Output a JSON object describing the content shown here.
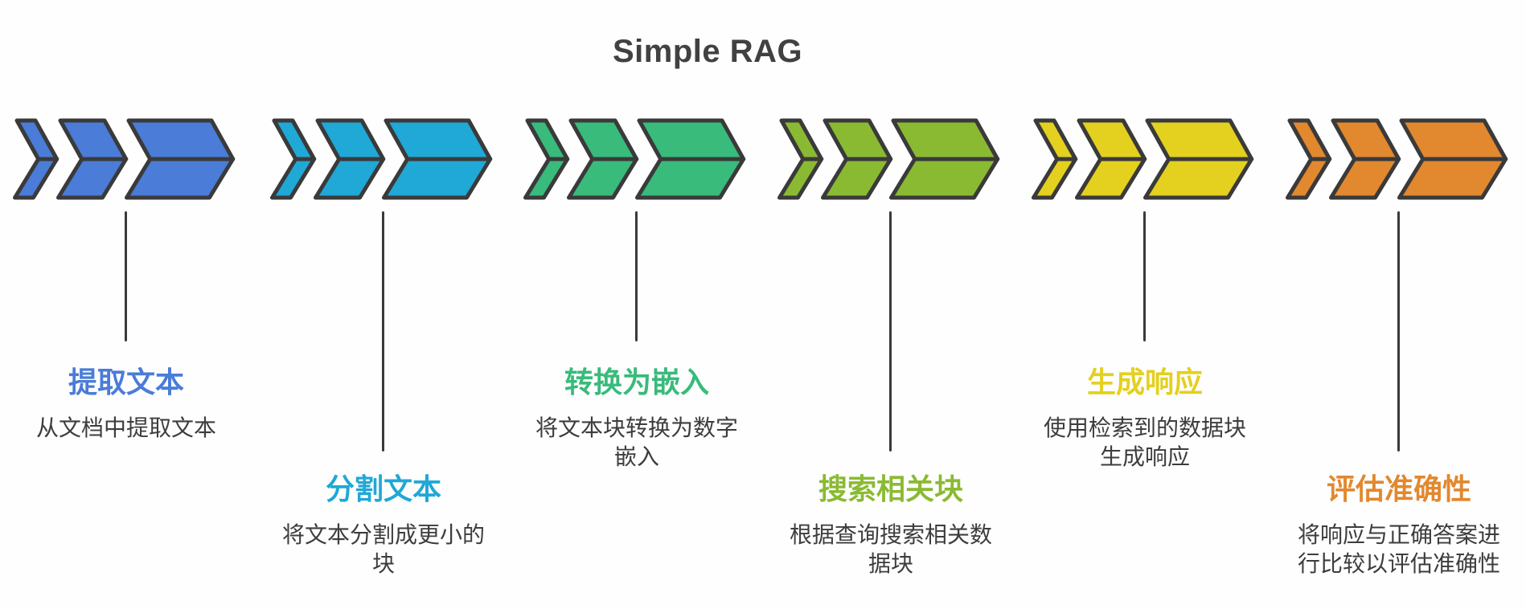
{
  "title": "Simple RAG",
  "colors": {
    "background": "#fefefe",
    "outline": "#3a3a3a",
    "connector": "#3a3a3a",
    "title_text": "#414141",
    "body_text": "#3d3d3d"
  },
  "steps": [
    {
      "title": "提取文本",
      "desc": "从文档中提取文本",
      "color": "#4a7cd8",
      "label_position": "high"
    },
    {
      "title": "分割文本",
      "desc": "将文本分割成更小的\n块",
      "color": "#20a8d6",
      "label_position": "low"
    },
    {
      "title": "转换为嵌入",
      "desc": "将文本块转换为数字\n嵌入",
      "color": "#38bb7b",
      "label_position": "high"
    },
    {
      "title": "搜索相关块",
      "desc": "根据查询搜索相关数\n据块",
      "color": "#8aba32",
      "label_position": "low"
    },
    {
      "title": "生成响应",
      "desc": "使用检索到的数据块\n生成响应",
      "color": "#e4d01f",
      "label_position": "high"
    },
    {
      "title": "评估准确性",
      "desc": "将响应与正确答案进\n行比较以评估准确性",
      "color": "#e2882e",
      "label_position": "low"
    }
  ]
}
